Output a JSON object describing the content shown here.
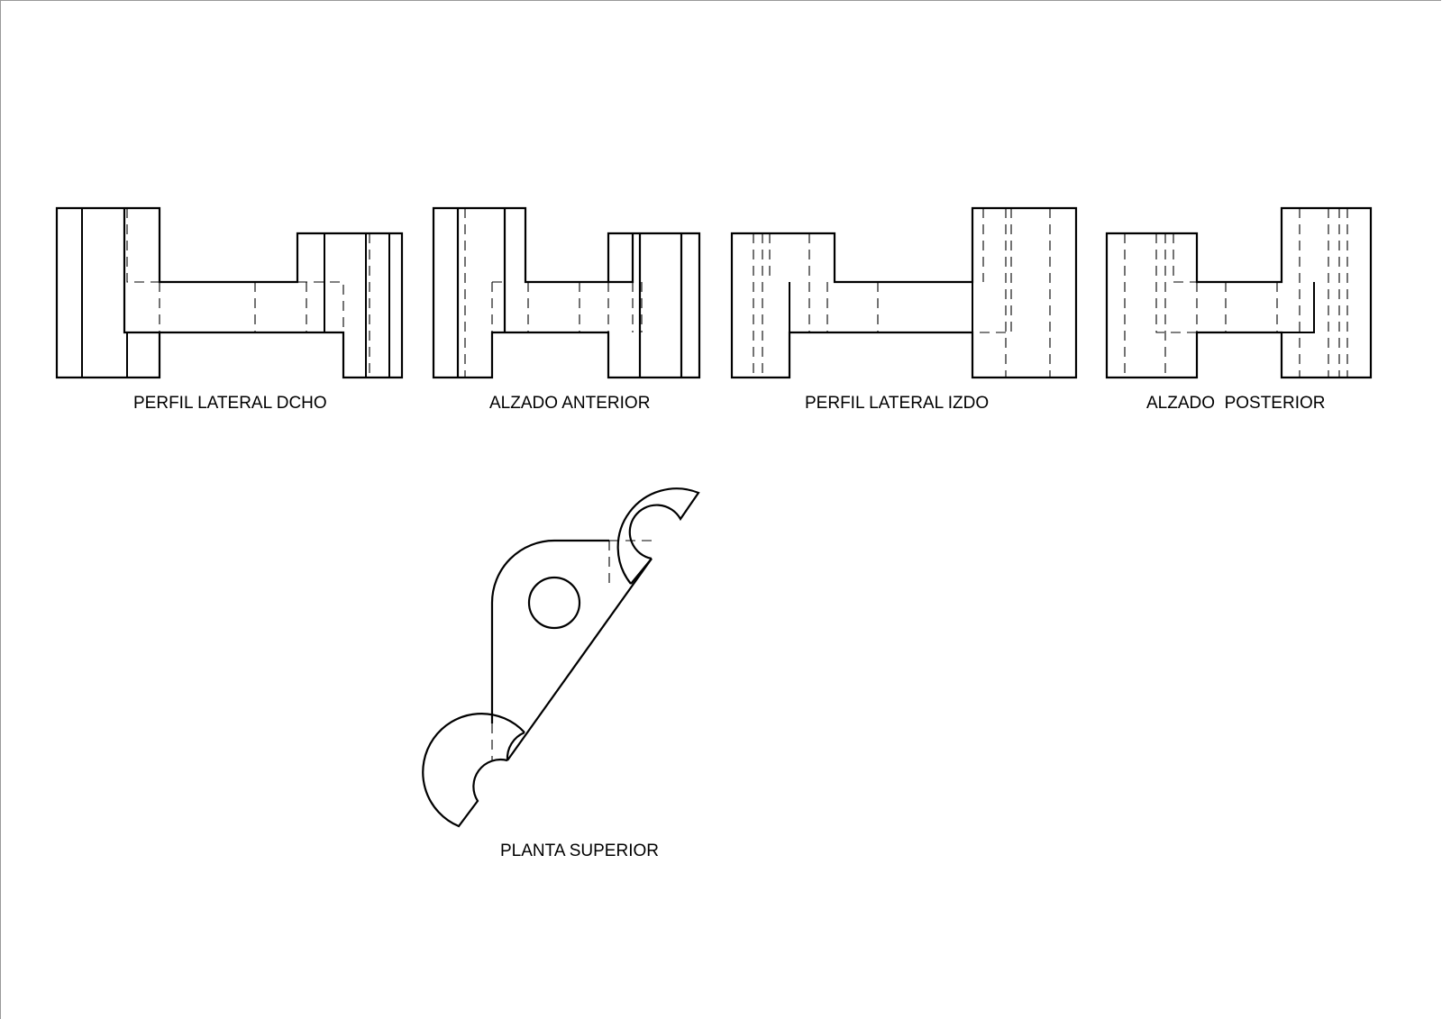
{
  "drawing": {
    "views": [
      {
        "id": "perfil-lateral-dcho",
        "label": "PERFIL LATERAL DCHO"
      },
      {
        "id": "alzado-anterior",
        "label": "ALZADO ANTERIOR"
      },
      {
        "id": "perfil-lateral-izdo",
        "label": "PERFIL LATERAL IZDO"
      },
      {
        "id": "alzado-posterior",
        "label": "ALZADO  POSTERIOR"
      },
      {
        "id": "planta-superior",
        "label": "PLANTA SUPERIOR"
      }
    ],
    "line_color": "#000000",
    "background": "#ffffff",
    "frame_color": "#999999"
  }
}
